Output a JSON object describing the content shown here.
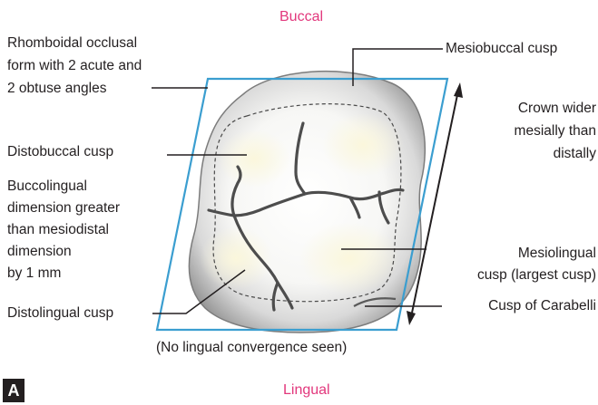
{
  "orientation": {
    "top": "Buccal",
    "bottom": "Lingual"
  },
  "panel_tag": "A",
  "colors": {
    "orientation_text": "#e2377c",
    "outline": "#3b9ed0",
    "leader_lines": "#231f20",
    "tooth_shading": "#a9a9a9"
  },
  "labels": {
    "rhomboidal": [
      "Rhomboidal occlusal",
      "form with 2 acute and",
      "2 obtuse angles"
    ],
    "distobuccal": "Distobuccal cusp",
    "buccolingual": [
      "Buccolingual",
      "dimension greater",
      "than mesiodistal",
      "dimension",
      "by 1 mm"
    ],
    "distolingual": "Distolingual cusp",
    "mesiobuccal": "Mesiobuccal cusp",
    "crown_wider": [
      "Crown wider",
      "mesially than",
      "distally"
    ],
    "mesiolingual": [
      "Mesiolingual",
      "cusp (largest cusp)"
    ],
    "carabelli": "Cusp of Carabelli",
    "caption": "(No lingual convergence seen)"
  }
}
